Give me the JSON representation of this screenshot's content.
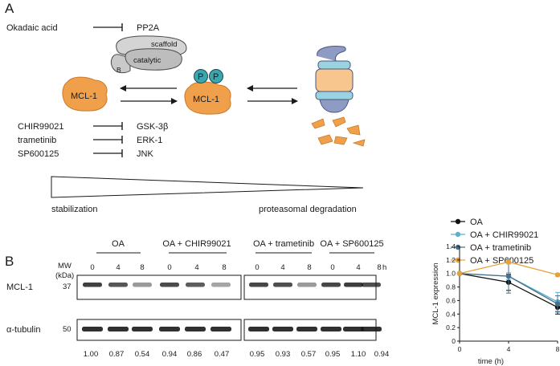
{
  "panel_a": {
    "label": "A",
    "inhibitor_top": {
      "drug": "Okadaic acid",
      "target": "PP2A"
    },
    "pp2a_subunits": {
      "scaffold": "scaffold",
      "catalytic": "catalytic",
      "b": "B"
    },
    "mcl1_unphosphorylated": "MCL-1",
    "mcl1_phosphorylated": "MCL-1",
    "phospho_labels": [
      "P",
      "P"
    ],
    "inhibitors_bottom": [
      {
        "drug": "CHIR99021",
        "target": "GSK-3β"
      },
      {
        "drug": "trametinib",
        "target": "ERK-1"
      },
      {
        "drug": "SP600125",
        "target": "JNK"
      }
    ],
    "gradient": {
      "left_label": "stabilization",
      "right_label": "proteasomal degradation"
    },
    "colors": {
      "mcl1": "#f0a04b",
      "phospho": "#3aa6b0",
      "pp2a": "#cfcfcf",
      "proteasome": "#f6c68e"
    }
  },
  "panel_b": {
    "label": "B",
    "mw_label": "MW",
    "kda_label": "(kDa)",
    "time_unit": "h",
    "groups": [
      {
        "name": "OA",
        "times": [
          "0",
          "4",
          "8"
        ],
        "values": [
          "1.00",
          "0.87",
          "0.54"
        ]
      },
      {
        "name": "OA + CHIR99021",
        "times": [
          "0",
          "4",
          "8"
        ],
        "values": [
          "0.94",
          "0.86",
          "0.47"
        ]
      },
      {
        "name": "OA + trametinib",
        "times": [
          "0",
          "4",
          "8"
        ],
        "values": [
          "0.95",
          "0.93",
          "0.57"
        ]
      },
      {
        "name": "OA + SP600125",
        "times": [
          "0",
          "4",
          "8"
        ],
        "values": [
          "0.95",
          "1.10",
          "0.94"
        ]
      }
    ],
    "blots": [
      {
        "name": "MCL-1",
        "mw": "37"
      },
      {
        "name": "α-tubulin",
        "mw": "50"
      }
    ],
    "band_intensity_mcl1": [
      0.85,
      0.75,
      0.45,
      0.8,
      0.72,
      0.4,
      0.82,
      0.78,
      0.45,
      0.82,
      0.86,
      0.78
    ]
  },
  "chart_data": {
    "type": "line",
    "xlabel": "time (h)",
    "ylabel": "MCL-1 expression",
    "x": [
      0,
      4,
      8
    ],
    "xticks": [
      "0",
      "4",
      "8"
    ],
    "yticks": [
      "0",
      "0.2",
      "0.4",
      "0.6",
      "0.8",
      "1.0",
      "1.2",
      "1.4"
    ],
    "xlim": [
      0,
      8
    ],
    "ylim": [
      0,
      1.4
    ],
    "legend_position": "top",
    "series": [
      {
        "name": "OA",
        "values": [
          1.0,
          0.87,
          0.5
        ],
        "err": [
          0,
          0.12,
          0.1
        ],
        "color": "#111111"
      },
      {
        "name": "OA + CHIR99021",
        "values": [
          1.0,
          0.96,
          0.58
        ],
        "err": [
          0,
          0.05,
          0.14
        ],
        "color": "#5ab0cf"
      },
      {
        "name": "OA + trametinib",
        "values": [
          1.0,
          0.96,
          0.55
        ],
        "err": [
          0,
          0.25,
          0.12
        ],
        "color": "#47708a"
      },
      {
        "name": "OA + SP600125",
        "values": [
          1.0,
          1.17,
          0.98
        ],
        "err": [
          0,
          0.03,
          0.02
        ],
        "color": "#e8a13a"
      }
    ]
  }
}
